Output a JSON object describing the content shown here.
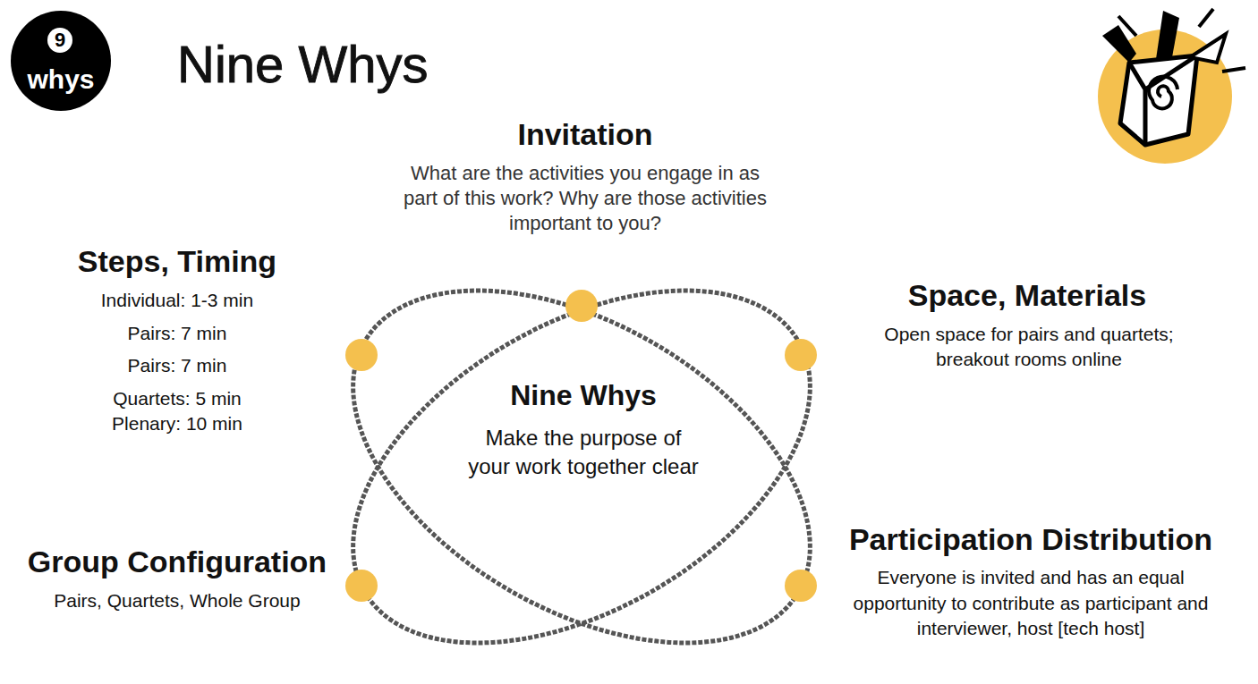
{
  "diagram": {
    "title": "Nine Whys",
    "nodes": [
      {
        "text": [
          "9",
          "whys"
        ]
      },
      {
        "text": [
          "Nine Whys",
          "Make the purpose of your work together clear"
        ]
      }
    ],
    "labels": [
      "Invitation",
      "What are the activities you engage in as part of this work? Why are those activities important to you?",
      "Steps, Timing",
      "Individual: 1-3 min",
      "Pairs: 7 min",
      "Pairs: 7 min",
      "Quartets: 5 min",
      "Plenary: 10 min",
      "Space, Materials",
      "Open space for pairs and quartets; breakout rooms online",
      "Group Configuration",
      "Pairs, Quartets, Whole Group",
      "Participation Distribution",
      "Everyone is invited and has an equal opportunity to contribute as participant and interviewer, host [tech host]"
    ]
  }
}
